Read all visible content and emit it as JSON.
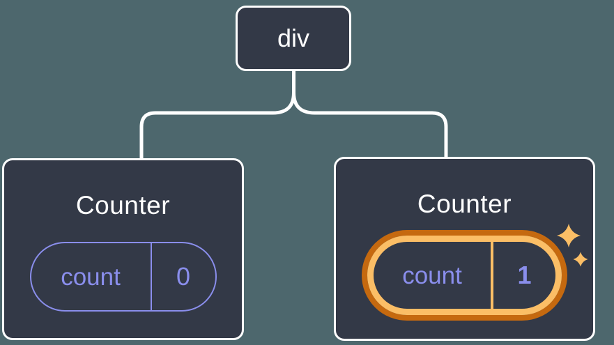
{
  "diagram": {
    "description": "Component tree with a root div element and two Counter component children, each holding a count state pill; the second Counter's state is highlighted as just updated",
    "background_color": "#4D676D"
  },
  "tree": {
    "root": {
      "label": "div"
    },
    "children": [
      {
        "label": "Counter",
        "state": {
          "key": "count",
          "value": "0",
          "highlighted": false
        }
      },
      {
        "label": "Counter",
        "state": {
          "key": "count",
          "value": "1",
          "highlighted": true
        }
      }
    ]
  },
  "icons": [
    {
      "name": "sparkles-icon",
      "meaning": "state just updated",
      "color": "#FBBE66"
    }
  ],
  "palette": {
    "background": "#4D676D",
    "node_fill": "#333947",
    "node_border": "#FFFFFF",
    "connector": "#FFFFFF",
    "state_purple": "#8A8EEC",
    "highlight_orange_dark": "#C5690F",
    "highlight_orange_light": "#FBBE66",
    "text_white": "#FFFFFF"
  }
}
